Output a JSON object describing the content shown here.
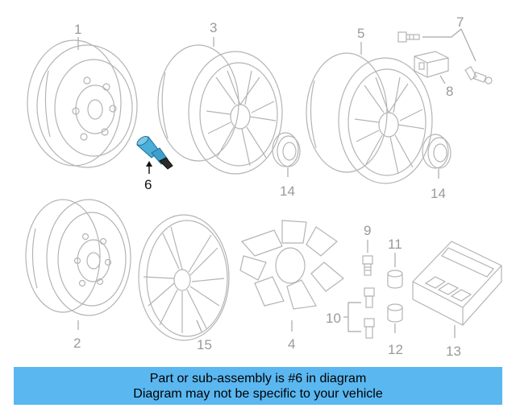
{
  "parts": [
    {
      "id": "part-1",
      "label": "1",
      "highlighted": false
    },
    {
      "id": "part-2",
      "label": "2",
      "highlighted": false
    },
    {
      "id": "part-3",
      "label": "3",
      "highlighted": false
    },
    {
      "id": "part-4",
      "label": "4",
      "highlighted": false
    },
    {
      "id": "part-5",
      "label": "5",
      "highlighted": false
    },
    {
      "id": "part-6",
      "label": "6",
      "highlighted": true
    },
    {
      "id": "part-7",
      "label": "7",
      "highlighted": false
    },
    {
      "id": "part-8",
      "label": "8",
      "highlighted": false
    },
    {
      "id": "part-9",
      "label": "9",
      "highlighted": false
    },
    {
      "id": "part-10",
      "label": "10",
      "highlighted": false
    },
    {
      "id": "part-11",
      "label": "11",
      "highlighted": false
    },
    {
      "id": "part-12",
      "label": "12",
      "highlighted": false
    },
    {
      "id": "part-13",
      "label": "13",
      "highlighted": false
    },
    {
      "id": "part-14a",
      "label": "14",
      "highlighted": false
    },
    {
      "id": "part-14b",
      "label": "14",
      "highlighted": false
    },
    {
      "id": "part-15",
      "label": "15",
      "highlighted": false
    }
  ],
  "banner": {
    "line1": "Part or sub-assembly is #6 in diagram",
    "line2": "Diagram may not be specific to your vehicle"
  },
  "colors": {
    "highlight_part": "#4aaed8",
    "banner_background": "#5ab7f0",
    "part_outline": "#b4b4b4"
  }
}
